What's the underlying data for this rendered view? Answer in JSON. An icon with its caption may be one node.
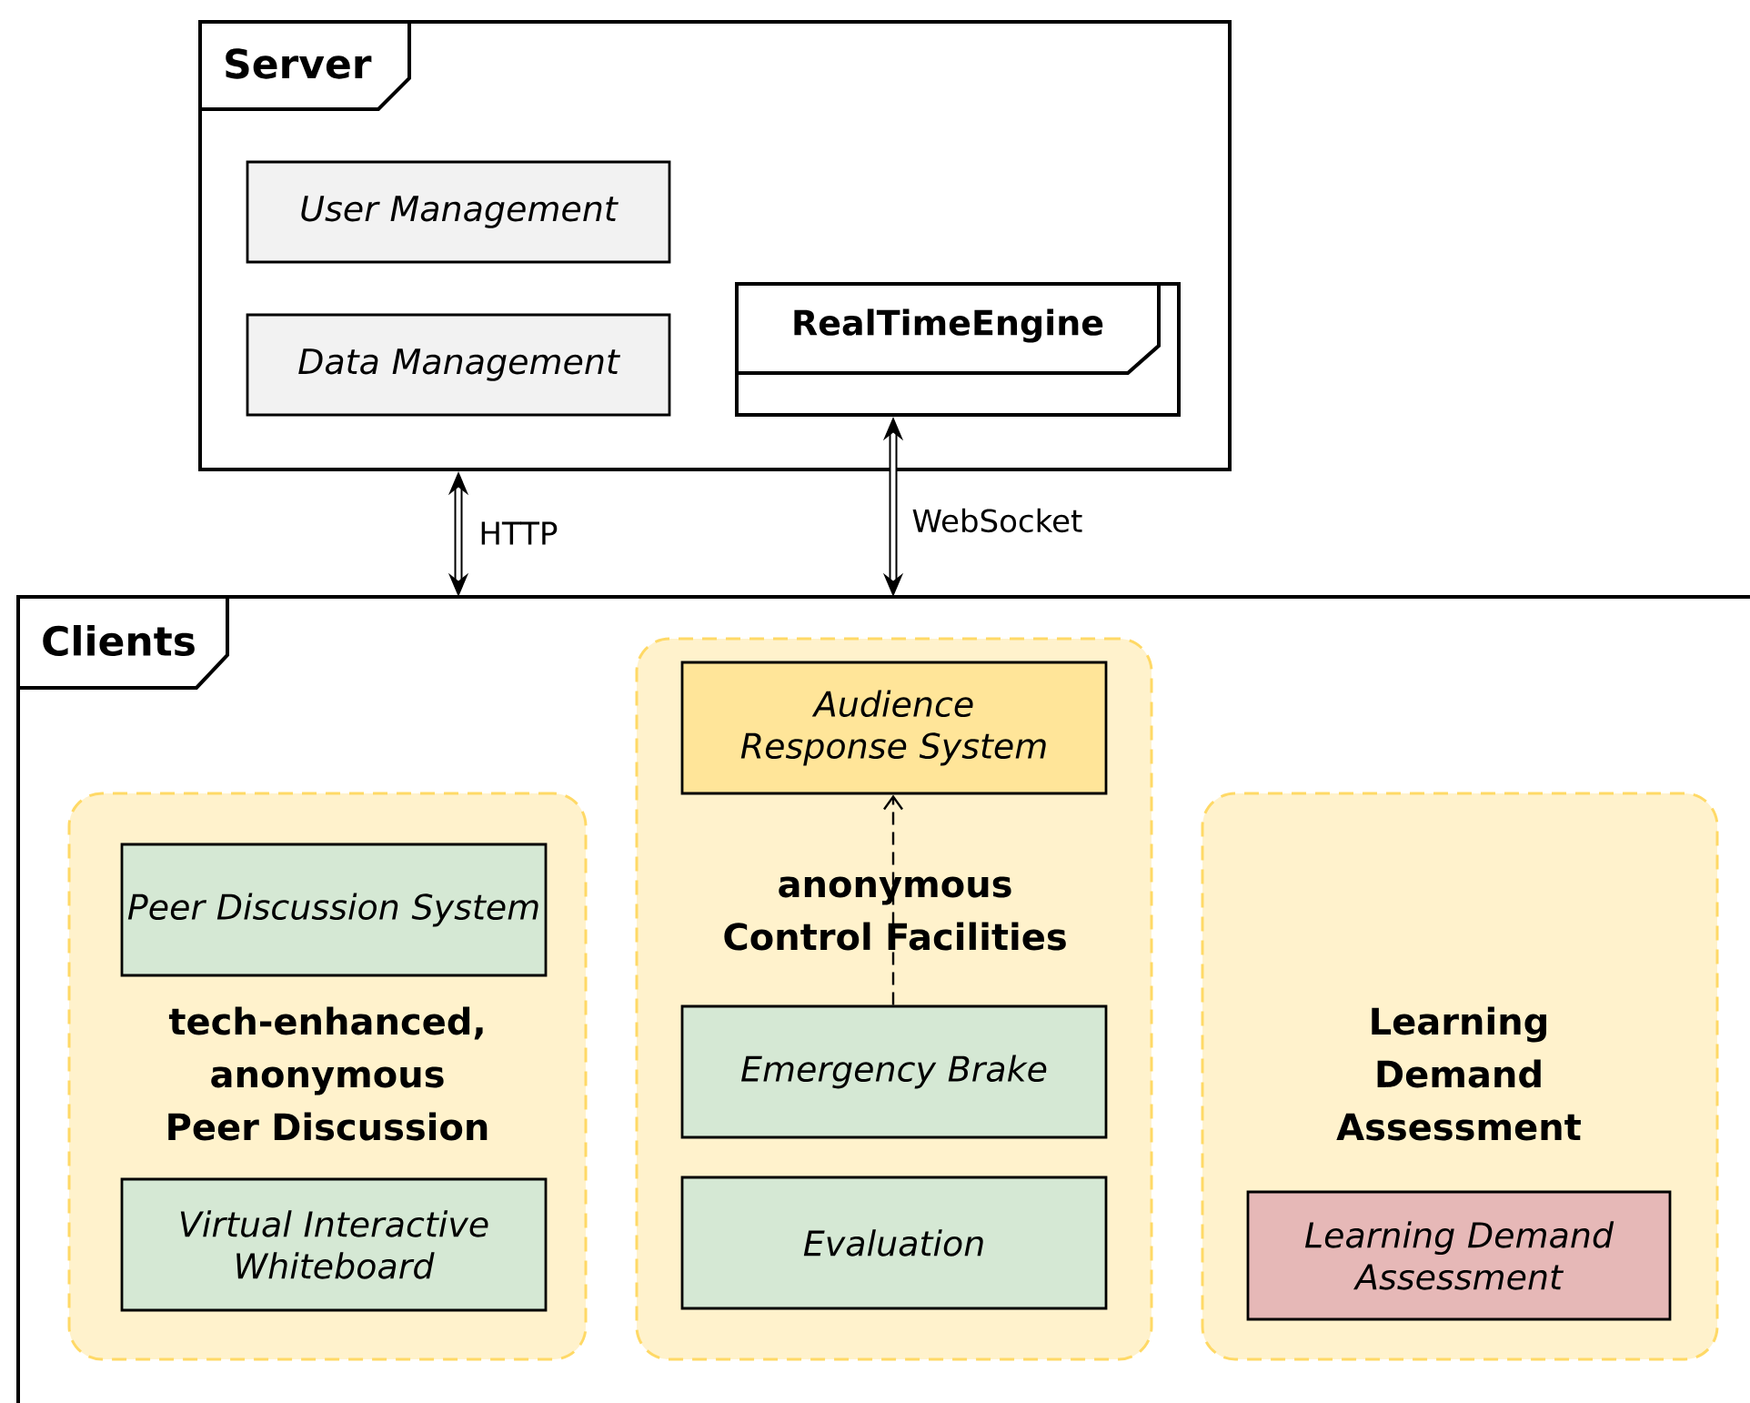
{
  "diagram": {
    "nodes": [
      {
        "text": [
          "Server"
        ]
      },
      {
        "text": [
          "User Management"
        ],
        "in": 0
      },
      {
        "text": [
          "Data Management"
        ],
        "in": 0
      },
      {
        "text": [
          "RealTimeEngine"
        ],
        "in": 0
      },
      {
        "text": [
          "Clients"
        ]
      },
      {
        "text": [
          "tech-enhanced, anonymous Peer Discussion"
        ],
        "in": 4
      },
      {
        "text": [
          "Peer Discussion System"
        ],
        "in": 5
      },
      {
        "text": [
          "Virtual Interactive Whiteboard"
        ],
        "in": 5
      },
      {
        "text": [
          "anonymous Control Facilities"
        ],
        "in": 4
      },
      {
        "text": [
          "Audience Response System"
        ],
        "in": 8
      },
      {
        "text": [
          "Emergency Brake"
        ],
        "in": 8
      },
      {
        "text": [
          "Evaluation"
        ],
        "in": 8
      },
      {
        "text": [
          "Learning Demand Assessment"
        ],
        "in": 4
      },
      {
        "text": [
          "Learning Demand Assessment"
        ],
        "in": 12
      }
    ],
    "edges": [
      {
        "from": 0,
        "to": 4,
        "arrow": "both",
        "label": "HTTP"
      },
      {
        "from": 4,
        "to": 3,
        "arrow": "both",
        "label": "WebSocket"
      },
      {
        "from": 10,
        "to": 9,
        "arrow": "to",
        "style": "dashed"
      }
    ]
  }
}
